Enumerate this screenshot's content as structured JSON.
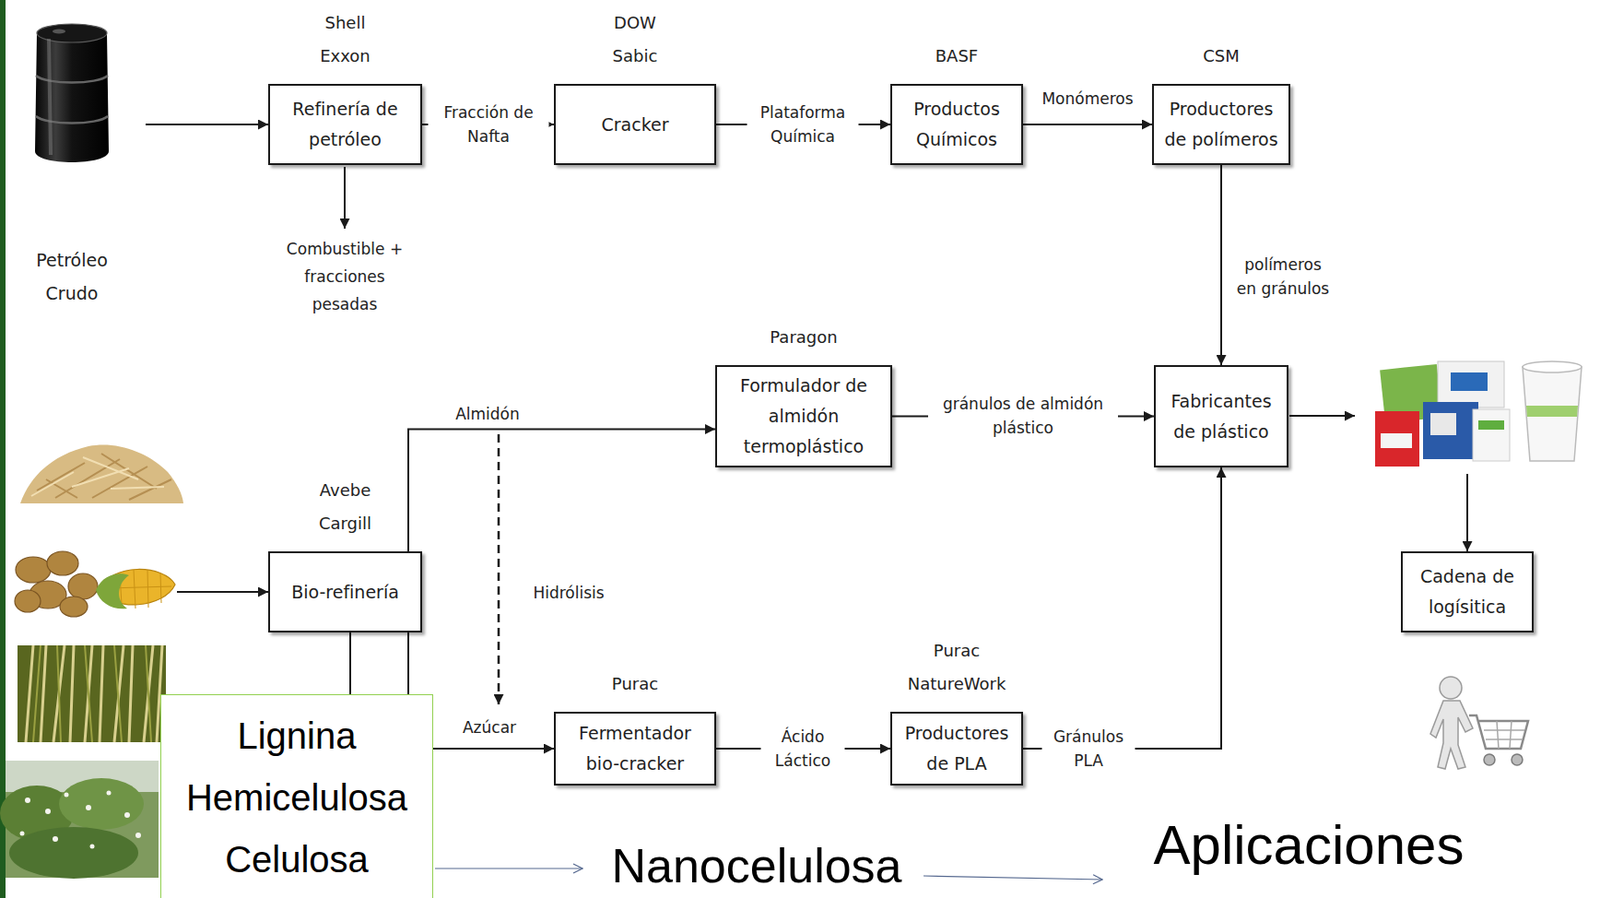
{
  "diagram": {
    "nodes": [
      {
        "text": [
          "Shell Exxon",
          "Refinería de petróleo"
        ]
      },
      {
        "text": [
          "DOW Sabic",
          "Cracker"
        ]
      },
      {
        "text": [
          "BASF",
          "Productos Químicos"
        ]
      },
      {
        "text": [
          "CSM",
          "Productores de polímeros"
        ]
      },
      {
        "text": [
          "Paragon",
          "Formulador de almidón termoplástico"
        ]
      },
      {
        "text": [
          "Fabricantes de plástico"
        ]
      },
      {
        "text": [
          "Avebe Cargill",
          "Bio-refinería"
        ]
      },
      {
        "text": [
          "Cadena de logísitica"
        ]
      },
      {
        "text": [
          "Purac",
          "Fermentador bio-cracker"
        ]
      },
      {
        "text": [
          "Purac NatureWork",
          "Productores de PLA"
        ]
      },
      {
        "text": [
          "Lignina",
          "Hemicelulosa",
          "Celulosa"
        ]
      }
    ],
    "edges": [
      {
        "from": 0,
        "to": 1,
        "label": "Fracción de Nafta",
        "arrow": "to"
      },
      {
        "from": 1,
        "to": 2,
        "label": "Plataforma Química",
        "arrow": "to"
      },
      {
        "from": 2,
        "to": 3,
        "label": "Monómeros",
        "arrow": "to"
      },
      {
        "from": 3,
        "to": 5,
        "label": "polímeros en gránulos",
        "arrow": "to"
      },
      {
        "from": 4,
        "to": 5,
        "label": "gránulos de almidón plástico",
        "arrow": "to"
      },
      {
        "from": 6,
        "to": 4,
        "label": "Almidón",
        "arrow": "to"
      },
      {
        "from": 6,
        "to": 8,
        "label": "Azúcar",
        "arrow": "to"
      },
      {
        "from": 6,
        "to": 10,
        "arrow": "none"
      },
      {
        "from": 8,
        "to": 9,
        "label": "Ácido Láctico",
        "arrow": "to"
      },
      {
        "from": 9,
        "to": 5,
        "label": "Gránulos PLA",
        "arrow": "to"
      }
    ],
    "labels": [
      "Petróleo Crudo",
      "Combustible + fracciones pesadas",
      "Hidrólisis",
      "Nanocelulosa",
      "Aplicaciones"
    ]
  }
}
